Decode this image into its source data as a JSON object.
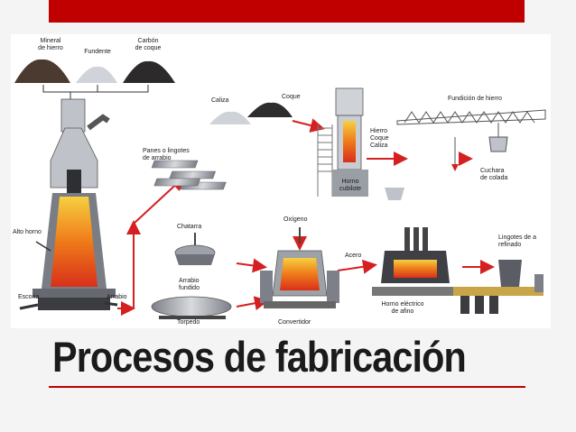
{
  "title": "Procesos de fabricación",
  "colors": {
    "accent": "#c00000",
    "arrow": "#d42020",
    "flow": "#e8a020"
  },
  "labels": {
    "mineral_de_hierro": "Mineral\nde hierro",
    "fundente": "Fundente",
    "carbon_de_coque": "Carbón\nde coque",
    "alto_horno": "Alto horno",
    "escoria": "Escoria",
    "arrabio": "Arrabio",
    "panes_lingotes": "Panes o lingotes\nde arrabio",
    "caliza": "Caliza",
    "coque": "Coque",
    "horno_inputs": "Hierro\nCoque\nCaliza",
    "horno_cubilote": "Horno\ncubilote",
    "fundicion_de_hierro": "Fundición de hierro",
    "cuchara_de_colada": "Cuchara\nde colada",
    "chatarra": "Chatarra",
    "arrabio_fundido": "Arrabio\nfundido",
    "torpedo": "Torpedo",
    "oxigeno": "Oxígeno",
    "convertidor": "Convertidor",
    "acero": "Acero",
    "horno_electrico": "Horno eléctrico\nde afino",
    "lingotes_refinado": "Lingotes de a\nrefinado"
  }
}
